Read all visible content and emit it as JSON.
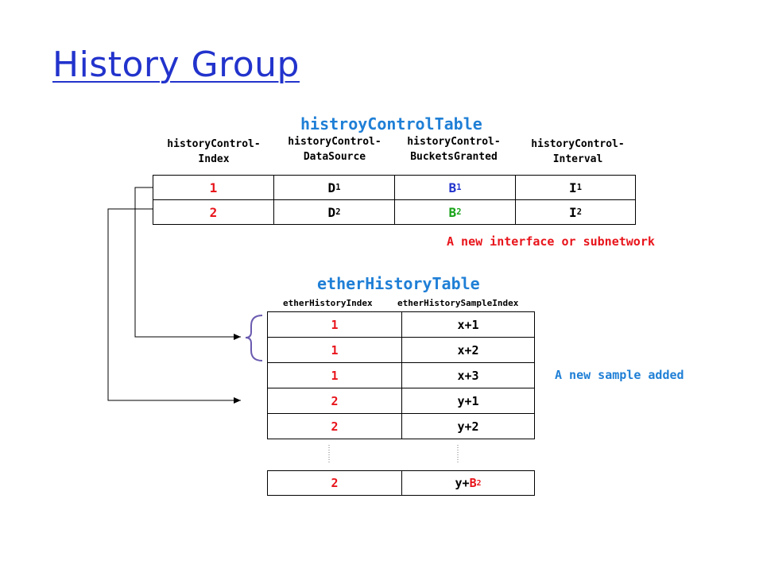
{
  "title": "History Group",
  "control_table": {
    "title": "histroyControlTable",
    "columns": [
      [
        "historyControl-",
        "Index"
      ],
      [
        "historyControl-",
        "DataSource"
      ],
      [
        "historyControl-",
        "BucketsGranted"
      ],
      [
        "historyControl-",
        "Interval"
      ]
    ],
    "rows": [
      [
        "1",
        "D",
        "1",
        "B",
        "1",
        "I",
        "1"
      ],
      [
        "2",
        "D",
        "2",
        "B",
        "2",
        "I",
        "2"
      ]
    ],
    "note": "A new interface or subnetwork"
  },
  "ether_table": {
    "title": "etherHistoryTable",
    "columns": [
      "etherHistoryIndex",
      "etherHistorySampleIndex"
    ],
    "rows": [
      [
        "1",
        "x+1"
      ],
      [
        "1",
        "x+2"
      ],
      [
        "1",
        "x+3"
      ],
      [
        "2",
        "y+1"
      ],
      [
        "2",
        "y+2"
      ]
    ],
    "last_row": {
      "index": "2",
      "sample_prefix": "y+",
      "sample_var": "B",
      "sample_sub": "2"
    },
    "note": "A new sample added"
  },
  "colors": {
    "title": "#2233cc",
    "heading": "#1f7fd6",
    "red": "#e8141b",
    "green": "#17a317"
  }
}
